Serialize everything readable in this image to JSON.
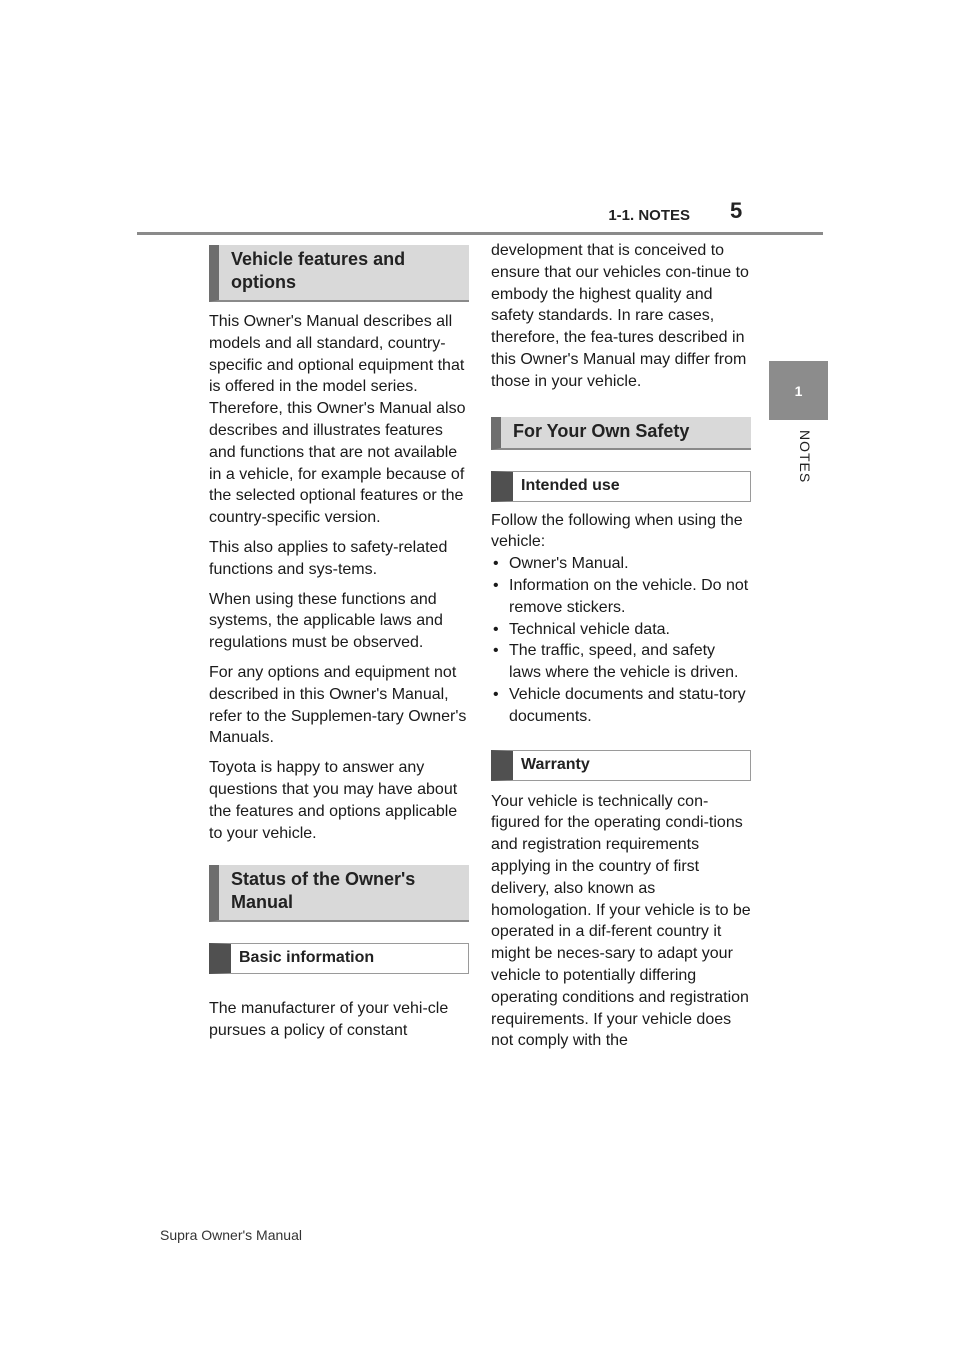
{
  "header": {
    "section": "1-1. NOTES",
    "page_number": "5"
  },
  "chapter_tab": {
    "number": "1",
    "label": "NOTES"
  },
  "left_column": {
    "heading_features": "Vehicle features and options",
    "para_describes": "This Owner's Manual describes all models and all standard, country-specific and optional equipment that is offered in the model series. Therefore, this Owner's Manual also describes and illustrates features and functions that are not available in a vehicle, for example because of the selected optional features or the country-specific version.",
    "para_applies": "This also applies to safety-related functions and sys-tems.",
    "para_laws": "When using these functions and systems, the applicable laws and regulations must be observed.",
    "para_options": "For any options and equipment not described in this Owner's Manual, refer to the Supplemen-tary Owner's Manuals.",
    "para_toyota": "Toyota is happy to answer any questions that you may have about the features and options applicable to your vehicle.",
    "heading_status": "Status of the Owner's Manual",
    "subheading_basic": "Basic information",
    "para_manufacturer": "The manufacturer of your vehi-cle pursues a policy of constant"
  },
  "right_column": {
    "para_development": "development that is conceived to ensure that our vehicles con-tinue to embody the highest quality and safety standards. In rare cases, therefore, the fea-tures described in this Owner's Manual may differ from those in your vehicle.",
    "heading_safety": "For Your Own Safety",
    "subheading_intended": "Intended use",
    "para_follow": "Follow the following when using the vehicle:",
    "bullets": [
      "Owner's Manual.",
      "Information on the vehicle. Do not remove stickers.",
      "Technical vehicle data.",
      "The traffic, speed, and safety laws where the vehicle is driven.",
      "Vehicle documents and statu-tory documents."
    ],
    "subheading_warranty": "Warranty",
    "para_warranty": "Your vehicle is technically con-figured for the operating condi-tions and registration requirements applying in the country of first delivery, also known as homologation. If your vehicle is to be operated in a dif-ferent country it might be neces-sary to adapt your vehicle to potentially differing operating conditions and registration requirements. If your vehicle does not comply with the"
  },
  "footer": {
    "text": "Supra Owner's Manual"
  }
}
